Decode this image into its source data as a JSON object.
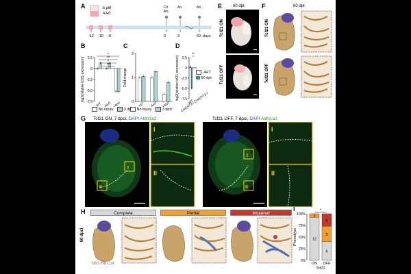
{
  "panels": {
    "a": "A",
    "b": "B",
    "c": "C",
    "d": "D",
    "e": "E",
    "f": "F",
    "g": "G",
    "h": "H",
    "i": "I"
  },
  "timeline": {
    "treatment": "5 µM\n4-HT",
    "ticks": [
      "-12",
      "-10",
      "-8",
      "0",
      "3",
      "60"
    ],
    "unit": "days",
    "events": [
      "Cl/\nAn.",
      "An.",
      "An."
    ]
  },
  "legend_bc": {
    "no_injury": "No injury",
    "dpci": "3 dpci"
  },
  "legend_d": {
    "minus": "-4HT",
    "plus": "60 dpt"
  },
  "panel_e": {
    "title": "60 dpt",
    "row1": "Tcf21 ON",
    "row2": "Tcf21 OFF"
  },
  "panel_f": {
    "title": "60 dpt",
    "row1": "Tcf21 ON",
    "row2": "Tcf21 OFF"
  },
  "panel_g": {
    "left_title": "Tcf21 ON, 7 dpci,",
    "right_title": "Tcf21 OFF, 7 dpci,",
    "dapi": "DAPI",
    "aldh": "Aldh1a2",
    "roman1": "I",
    "roman2": "II"
  },
  "panel_h": {
    "complete": "Complete",
    "partial": "Partial",
    "impaired": "Impaired",
    "side": "60 dpci",
    "mus": "Mus",
    "fib": "Fib",
    "col": "Col"
  },
  "panel_i": {
    "ylabel": "Phenotype",
    "xlabel": "Tcf21",
    "star": "*",
    "ticks": [
      "100%",
      "75%",
      "50%",
      "25%",
      "0%"
    ],
    "cats": [
      "ON",
      "OFF"
    ],
    "seg_labels": {
      "on_top": "1",
      "on_bottom": "12",
      "off_top": "4",
      "off_mid": "5",
      "off_bottom": "6"
    }
  },
  "colors": {
    "teal": "#3f8d8f",
    "lightteal": "#a9d5d3",
    "orange": "#f0a030",
    "red": "#c0392b",
    "grey": "#d8d8d8",
    "yellow": "#ffd400"
  },
  "chart_data": [
    {
      "type": "bar",
      "panel": "B",
      "ylabel": "log2(relative tcf21 expression)",
      "categories": [
        "WT",
        "-4HT",
        "+4HT"
      ],
      "ylim": [
        -7.5,
        2.5
      ],
      "yticks": [
        "2.5",
        "0",
        "-2.5",
        "-5.0",
        "-7.5"
      ],
      "series": [
        {
          "name": "No injury",
          "values": [
            0,
            0,
            -5.2
          ]
        },
        {
          "name": "3 dpci",
          "values": [
            1.3,
            1.3,
            -5.3
          ]
        }
      ],
      "significance": [
        "*",
        "**",
        "*",
        "**"
      ]
    },
    {
      "type": "bar",
      "panel": "C",
      "ylabel": "Fold change",
      "categories": [
        "WT",
        "-4HT",
        "+4HT"
      ],
      "ylim": [
        0,
        2
      ],
      "yticks": [
        "2",
        "1",
        "0"
      ],
      "series": [
        {
          "name": "No injury",
          "values": [
            1.0,
            1.0,
            0.3
          ]
        },
        {
          "name": "3 dpci",
          "values": [
            1.05,
            1.25,
            0.8
          ]
        }
      ]
    },
    {
      "type": "bar",
      "panel": "D",
      "ylabel": "log2(relative tcf21 expression)",
      "categories": [
        "WT",
        "CreERT2+ CreERT2-/-"
      ],
      "yticks": [
        "2.5",
        "0",
        "-2.5",
        "-5.0",
        "-7.5"
      ],
      "ylim": [
        -7.5,
        2.5
      ],
      "series": [
        {
          "name": "-4HT",
          "values": [
            0.3
          ]
        },
        {
          "name": "60 dpt",
          "values": [
            -5.0
          ]
        }
      ],
      "significance": [
        "**"
      ]
    },
    {
      "type": "bar",
      "panel": "I",
      "categories": [
        "ON",
        "OFF"
      ],
      "ylim": [
        0,
        100
      ],
      "series": [
        {
          "name": "Impaired",
          "values": [
            0,
            26.7
          ]
        },
        {
          "name": "Partial",
          "values": [
            7.7,
            33.3
          ]
        },
        {
          "name": "Complete",
          "values": [
            92.3,
            40
          ]
        }
      ],
      "counts": {
        "ON": [
          12,
          1,
          0
        ],
        "OFF": [
          6,
          5,
          4
        ]
      }
    }
  ]
}
